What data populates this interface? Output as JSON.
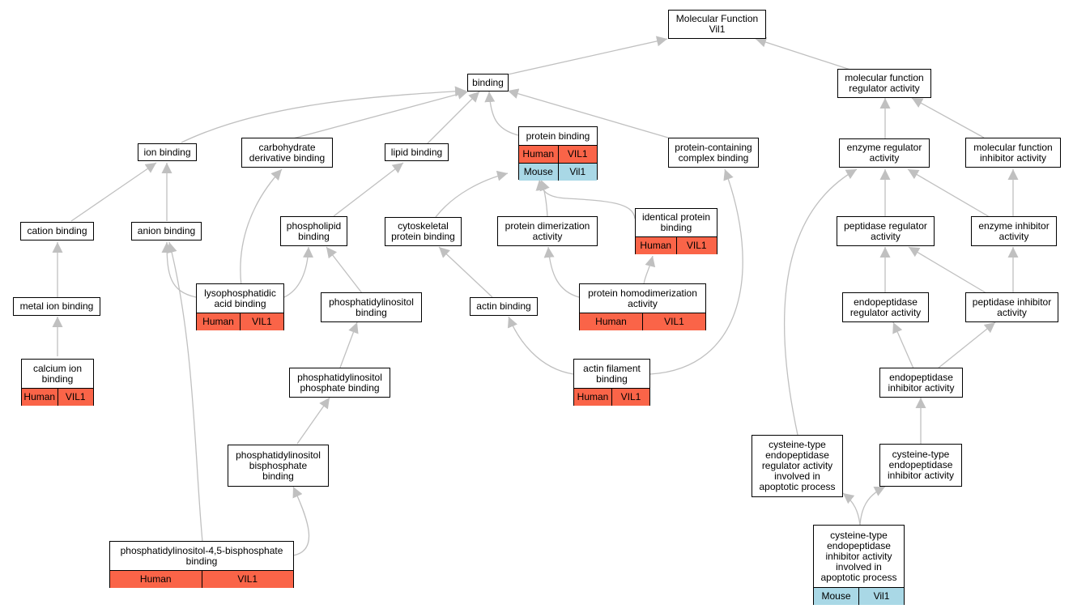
{
  "colors": {
    "human": "#fa6448",
    "mouse": "#a9d8e6",
    "edge": "#c0c0c0"
  },
  "nodes": {
    "root": {
      "label": "Molecular Function\nVil1"
    },
    "binding": {
      "label": "binding"
    },
    "mfreg": {
      "label": "molecular function\nregulator activity"
    },
    "ion": {
      "label": "ion binding"
    },
    "carb": {
      "label": "carbohydrate\nderivative binding"
    },
    "lipid": {
      "label": "lipid binding"
    },
    "protein": {
      "label": "protein binding",
      "rows": [
        [
          "Human",
          "VIL1"
        ],
        [
          "Mouse",
          "Vil1"
        ]
      ]
    },
    "complex": {
      "label": "protein-containing\ncomplex binding"
    },
    "enzreg": {
      "label": "enzyme regulator\nactivity"
    },
    "mfinh": {
      "label": "molecular function\ninhibitor activity"
    },
    "cation": {
      "label": "cation binding"
    },
    "anion": {
      "label": "anion binding"
    },
    "phospholipid": {
      "label": "phospholipid\nbinding"
    },
    "cytoskel": {
      "label": "cytoskeletal\nprotein binding"
    },
    "dimer": {
      "label": "protein dimerization\nactivity"
    },
    "identical": {
      "label": "identical protein\nbinding",
      "rows": [
        [
          "Human",
          "VIL1"
        ]
      ]
    },
    "pepreg": {
      "label": "peptidase regulator\nactivity"
    },
    "enzinh": {
      "label": "enzyme inhibitor\nactivity"
    },
    "metal": {
      "label": "metal ion binding"
    },
    "lyso": {
      "label": "lysophosphatidic\nacid binding",
      "rows": [
        [
          "Human",
          "VIL1"
        ]
      ]
    },
    "ptdins": {
      "label": "phosphatidylinositol\nbinding"
    },
    "actin": {
      "label": "actin binding"
    },
    "homodimer": {
      "label": "protein homodimerization\nactivity",
      "rows": [
        [
          "Human",
          "VIL1"
        ]
      ]
    },
    "endopepreg": {
      "label": "endopeptidase\nregulator activity"
    },
    "pepinh": {
      "label": "peptidase inhibitor\nactivity"
    },
    "calcium": {
      "label": "calcium ion\nbinding",
      "rows": [
        [
          "Human",
          "VIL1"
        ]
      ]
    },
    "ptdinsp": {
      "label": "phosphatidylinositol\nphosphate binding"
    },
    "actinfil": {
      "label": "actin filament\nbinding",
      "rows": [
        [
          "Human",
          "VIL1"
        ]
      ]
    },
    "endopepinh": {
      "label": "endopeptidase\ninhibitor activity"
    },
    "ptdinsbp": {
      "label": "phosphatidylinositol\nbisphosphate\nbinding"
    },
    "cysreg": {
      "label": "cysteine-type\nendopeptidase\nregulator activity\ninvolved in\napoptotic process"
    },
    "cysinh": {
      "label": "cysteine-type\nendopeptidase\ninhibitor activity"
    },
    "pip2": {
      "label": "phosphatidylinositol-4,5-bisphosphate\nbinding",
      "rows": [
        [
          "Human",
          "VIL1"
        ]
      ]
    },
    "cysinhapop": {
      "label": "cysteine-type\nendopeptidase\ninhibitor activity\ninvolved in\napoptotic process",
      "rows": [
        [
          "Mouse",
          "Vil1"
        ]
      ]
    }
  }
}
